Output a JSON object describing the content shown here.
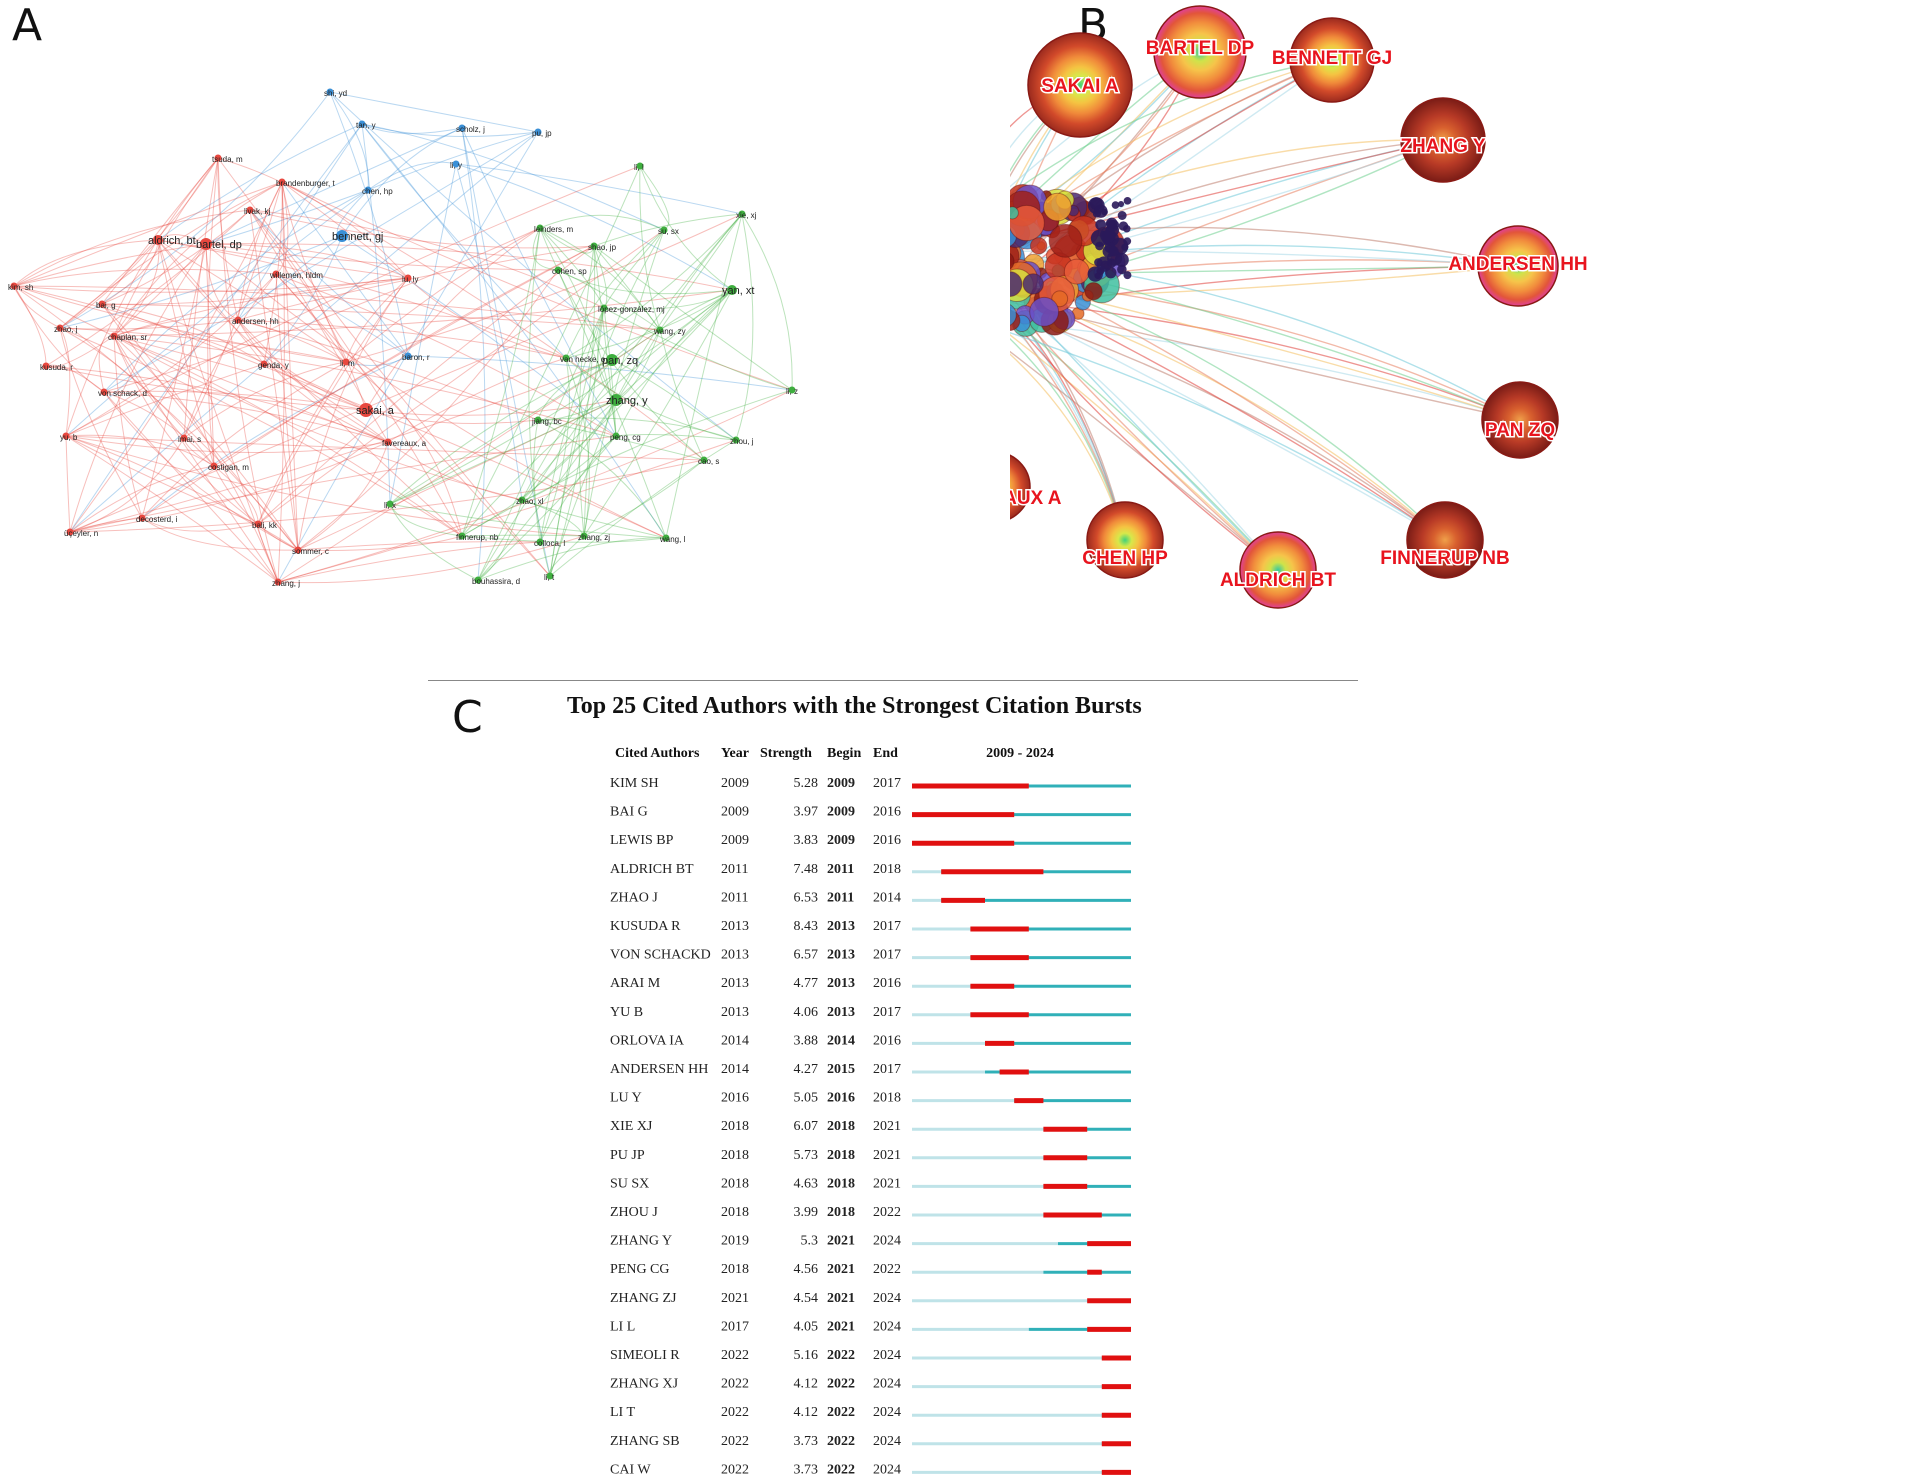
{
  "panels": {
    "a": "A",
    "b": "B",
    "c": "C"
  },
  "colors": {
    "red_cluster": "#e8483f",
    "green_cluster": "#3fae3f",
    "blue_cluster": "#3a8fd6",
    "burst_red": "#e01010",
    "burst_teal": "#30b0b8",
    "burst_light": "#bfe3e8",
    "label_red": "#e8141e"
  },
  "network_a": {
    "nodes": [
      {
        "label": "shi, yd",
        "c": "b"
      },
      {
        "label": "tan, y",
        "c": "b"
      },
      {
        "label": "scholz, j",
        "c": "b"
      },
      {
        "label": "pu, jp",
        "c": "b"
      },
      {
        "label": "li, y",
        "c": "b"
      },
      {
        "label": "chen, hp",
        "c": "b"
      },
      {
        "label": "bennett, gj",
        "c": "b"
      },
      {
        "label": "baron, r",
        "c": "b"
      },
      {
        "label": "brandenburger, t",
        "c": "r"
      },
      {
        "label": "tsuda, m",
        "c": "r"
      },
      {
        "label": "livak, kj",
        "c": "r"
      },
      {
        "label": "aldrich, bt",
        "c": "r"
      },
      {
        "label": "bartel, dp",
        "c": "r"
      },
      {
        "label": "willemen, hldm",
        "c": "r"
      },
      {
        "label": "kim, sh",
        "c": "r"
      },
      {
        "label": "bai, g",
        "c": "r"
      },
      {
        "label": "zhao, j",
        "c": "r"
      },
      {
        "label": "chaplan, sr",
        "c": "r"
      },
      {
        "label": "andersen, hh",
        "c": "r"
      },
      {
        "label": "kusuda, r",
        "c": "r"
      },
      {
        "label": "genda, y",
        "c": "r"
      },
      {
        "label": "li, m",
        "c": "r"
      },
      {
        "label": "von schack, d",
        "c": "r"
      },
      {
        "label": "sakai, a",
        "c": "r"
      },
      {
        "label": "yu, b",
        "c": "r"
      },
      {
        "label": "imai, s",
        "c": "r"
      },
      {
        "label": "favereaux, a",
        "c": "r"
      },
      {
        "label": "costigan, m",
        "c": "r"
      },
      {
        "label": "decosterd, i",
        "c": "r"
      },
      {
        "label": "bali, kk",
        "c": "r"
      },
      {
        "label": "üçeyler, n",
        "c": "r"
      },
      {
        "label": "sommer, c",
        "c": "r"
      },
      {
        "label": "zhang, j",
        "c": "r"
      },
      {
        "label": "lu, ly",
        "c": "r"
      },
      {
        "label": "li, l",
        "c": "g"
      },
      {
        "label": "xie, xj",
        "c": "g"
      },
      {
        "label": "leinders, m",
        "c": "g"
      },
      {
        "label": "su, sx",
        "c": "g"
      },
      {
        "label": "shao, jp",
        "c": "g"
      },
      {
        "label": "cohen, sp",
        "c": "g"
      },
      {
        "label": "yan, xt",
        "c": "g"
      },
      {
        "label": "lópez-gonzález, mj",
        "c": "g"
      },
      {
        "label": "wang, zy",
        "c": "g"
      },
      {
        "label": "van hecke, o",
        "c": "g"
      },
      {
        "label": "pan, zq",
        "c": "g"
      },
      {
        "label": "zhang, y",
        "c": "g"
      },
      {
        "label": "li, z",
        "c": "g"
      },
      {
        "label": "jiang, bc",
        "c": "g"
      },
      {
        "label": "peng, cg",
        "c": "g"
      },
      {
        "label": "zhou, j",
        "c": "g"
      },
      {
        "label": "cao, s",
        "c": "g"
      },
      {
        "label": "li, x",
        "c": "g"
      },
      {
        "label": "zhao, xl",
        "c": "g"
      },
      {
        "label": "finnerup, nb",
        "c": "g"
      },
      {
        "label": "colloca, l",
        "c": "g"
      },
      {
        "label": "zhang, zj",
        "c": "g"
      },
      {
        "label": "wang, l",
        "c": "g"
      },
      {
        "label": "bouhassira, d",
        "c": "g"
      },
      {
        "label": "li, t",
        "c": "g"
      }
    ]
  },
  "network_b": {
    "labels": [
      "SAKAI A",
      "BARTEL DP",
      "BENNETT GJ",
      "ZHANG Y",
      "ANDERSEN HH",
      "PAN ZQ",
      "FAVEREAUX A",
      "CHEN HP",
      "ALDRICH BT",
      "FINNERUP NB"
    ]
  },
  "chart_data": {
    "type": "table",
    "title": "Top 25 Cited Authors with the Strongest Citation Bursts",
    "columns": [
      "Cited Authors",
      "Year",
      "Strength",
      "Begin",
      "End",
      "2009 - 2024"
    ],
    "range": [
      2009,
      2024
    ],
    "rows": [
      {
        "author": "KIM SH",
        "year": "2009",
        "strength": "5.28",
        "begin": "2009",
        "end": "2017"
      },
      {
        "author": "BAI G",
        "year": "2009",
        "strength": "3.97",
        "begin": "2009",
        "end": "2016"
      },
      {
        "author": "LEWIS BP",
        "year": "2009",
        "strength": "3.83",
        "begin": "2009",
        "end": "2016"
      },
      {
        "author": "ALDRICH BT",
        "year": "2011",
        "strength": "7.48",
        "begin": "2011",
        "end": "2018"
      },
      {
        "author": "ZHAO J",
        "year": "2011",
        "strength": "6.53",
        "begin": "2011",
        "end": "2014"
      },
      {
        "author": "KUSUDA R",
        "year": "2013",
        "strength": "8.43",
        "begin": "2013",
        "end": "2017"
      },
      {
        "author": "VON SCHACKD",
        "year": "2013",
        "strength": "6.57",
        "begin": "2013",
        "end": "2017"
      },
      {
        "author": "ARAI M",
        "year": "2013",
        "strength": "4.77",
        "begin": "2013",
        "end": "2016"
      },
      {
        "author": "YU B",
        "year": "2013",
        "strength": "4.06",
        "begin": "2013",
        "end": "2017"
      },
      {
        "author": "ORLOVA IA",
        "year": "2014",
        "strength": "3.88",
        "begin": "2014",
        "end": "2016"
      },
      {
        "author": "ANDERSEN HH",
        "year": "2014",
        "strength": "4.27",
        "begin": "2015",
        "end": "2017"
      },
      {
        "author": "LU Y",
        "year": "2016",
        "strength": "5.05",
        "begin": "2016",
        "end": "2018"
      },
      {
        "author": "XIE XJ",
        "year": "2018",
        "strength": "6.07",
        "begin": "2018",
        "end": "2021"
      },
      {
        "author": "PU JP",
        "year": "2018",
        "strength": "5.73",
        "begin": "2018",
        "end": "2021"
      },
      {
        "author": "SU SX",
        "year": "2018",
        "strength": "4.63",
        "begin": "2018",
        "end": "2021"
      },
      {
        "author": "ZHOU J",
        "year": "2018",
        "strength": "3.99",
        "begin": "2018",
        "end": "2022"
      },
      {
        "author": "ZHANG Y",
        "year": "2019",
        "strength": "5.3",
        "begin": "2021",
        "end": "2024"
      },
      {
        "author": "PENG CG",
        "year": "2018",
        "strength": "4.56",
        "begin": "2021",
        "end": "2022"
      },
      {
        "author": "ZHANG ZJ",
        "year": "2021",
        "strength": "4.54",
        "begin": "2021",
        "end": "2024"
      },
      {
        "author": "LI L",
        "year": "2017",
        "strength": "4.05",
        "begin": "2021",
        "end": "2024"
      },
      {
        "author": "SIMEOLI R",
        "year": "2022",
        "strength": "5.16",
        "begin": "2022",
        "end": "2024"
      },
      {
        "author": "ZHANG XJ",
        "year": "2022",
        "strength": "4.12",
        "begin": "2022",
        "end": "2024"
      },
      {
        "author": "LI T",
        "year": "2022",
        "strength": "4.12",
        "begin": "2022",
        "end": "2024"
      },
      {
        "author": "ZHANG SB",
        "year": "2022",
        "strength": "3.73",
        "begin": "2022",
        "end": "2024"
      },
      {
        "author": "CAI W",
        "year": "2022",
        "strength": "3.73",
        "begin": "2022",
        "end": "2024"
      }
    ]
  }
}
